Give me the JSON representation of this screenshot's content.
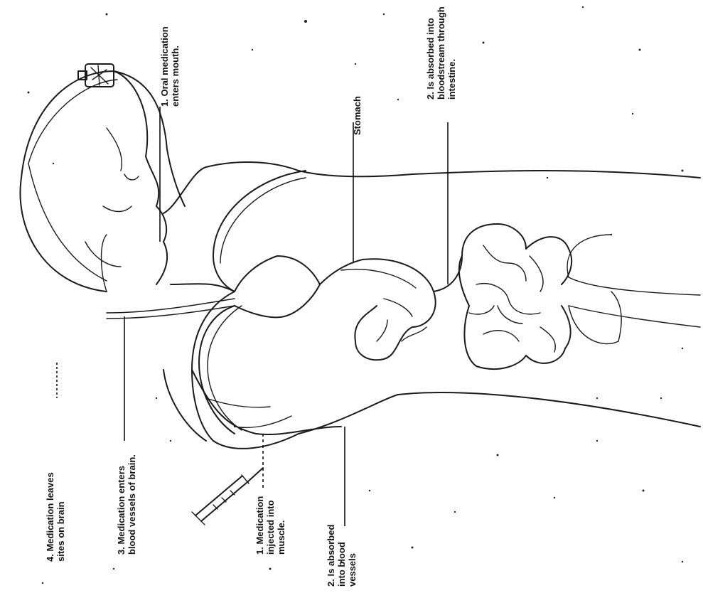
{
  "labels": {
    "oral_1_line1": "1. Oral medication",
    "oral_1_line2": "enters mouth.",
    "oral_2_line1": "2. Is absorbed into",
    "oral_2_line2": "bloodstream through",
    "oral_2_line3": "intestine.",
    "stomach": "Stomach",
    "brain_3_line1": "3. Medication enters",
    "brain_3_line2": "blood vessels of brain.",
    "brain_4_line1": "4. Medication leaves",
    "brain_4_line2": "sites on brain",
    "inject_1_line1": "1. Medication",
    "inject_1_line2": "injected into",
    "inject_1_line3": "muscle.",
    "inject_2_line1": "2. Is absorbed",
    "inject_2_line2": "into blood",
    "inject_2_line3": "vessels"
  },
  "icons": {
    "bottle": "medicine-bottle-icon",
    "syringe": "syringe-icon"
  }
}
